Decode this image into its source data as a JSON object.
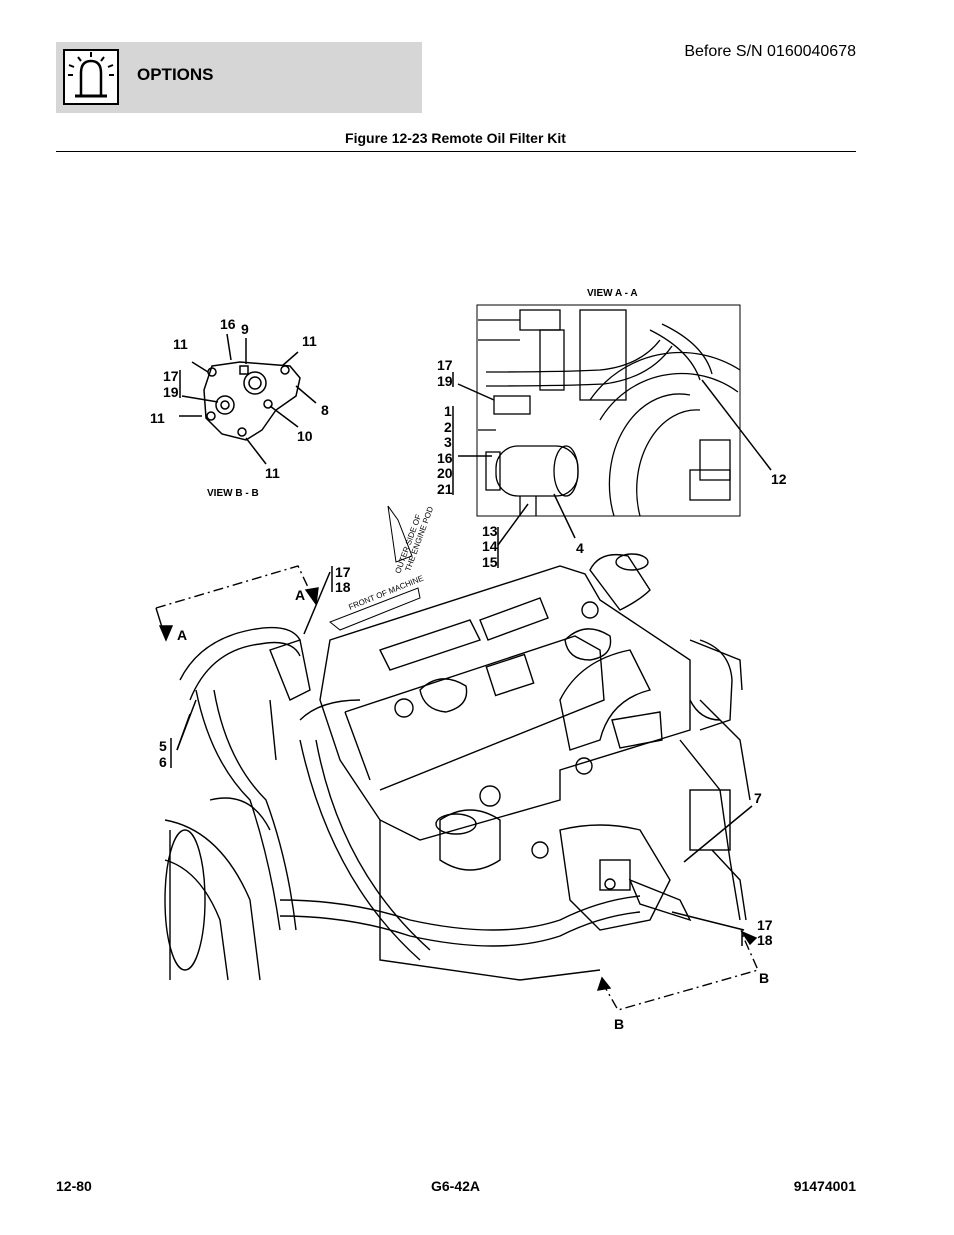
{
  "header": {
    "section_title": "OPTIONS",
    "serial_note": "Before S/N 0160040678"
  },
  "figure": {
    "title": "Figure 12-23 Remote Oil Filter Kit",
    "view_aa": "VIEW A - A",
    "view_bb": "VIEW B - B",
    "front_label": "FRONT OF MACHINE",
    "side_label_1": "OUTER SIDE OF",
    "side_label_2": "THE ENGINE POD",
    "section_a": "A",
    "section_b": "B",
    "callouts_bb": {
      "c16": "16",
      "c9": "9",
      "c11a": "11",
      "c11b": "11",
      "c17": "17",
      "c19": "19",
      "c11c": "11",
      "c8": "8",
      "c10": "10",
      "c11d": "11"
    },
    "callouts_aa": {
      "c17": "17",
      "c19": "19",
      "c1": "1",
      "c2": "2",
      "c3": "3",
      "c16": "16",
      "c20": "20",
      "c21": "21",
      "c12": "12",
      "c13": "13",
      "c14": "14",
      "c15": "15",
      "c4": "4"
    },
    "callouts_main": {
      "c17a": "17",
      "c18a": "18",
      "c5": "5",
      "c6": "6",
      "c7": "7",
      "c17b": "17",
      "c18b": "18"
    }
  },
  "footer": {
    "page": "12-80",
    "model": "G6-42A",
    "doc_number": "91474001"
  }
}
